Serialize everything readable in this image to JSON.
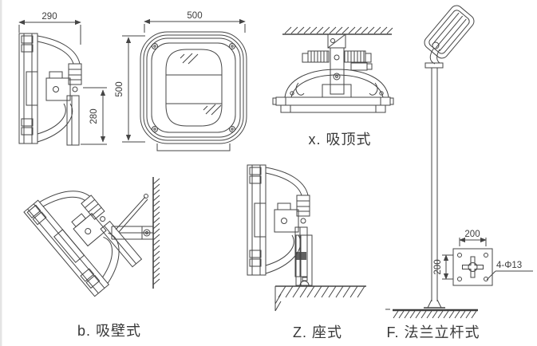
{
  "drawing": {
    "colors": {
      "line": "#454545",
      "background": "#ffffff"
    },
    "side_view": {
      "width_dim": "290",
      "height_dim": "280"
    },
    "front_view": {
      "width_dim": "500",
      "height_dim": "500"
    },
    "labels": {
      "ceiling": "x. 吸顶式",
      "wall": "b. 吸壁式",
      "seat": "Z. 座式",
      "pole": "F. 法兰立杆式"
    },
    "flange": {
      "width_dim": "200",
      "height_dim": "200",
      "holes": "4-Φ13"
    }
  }
}
